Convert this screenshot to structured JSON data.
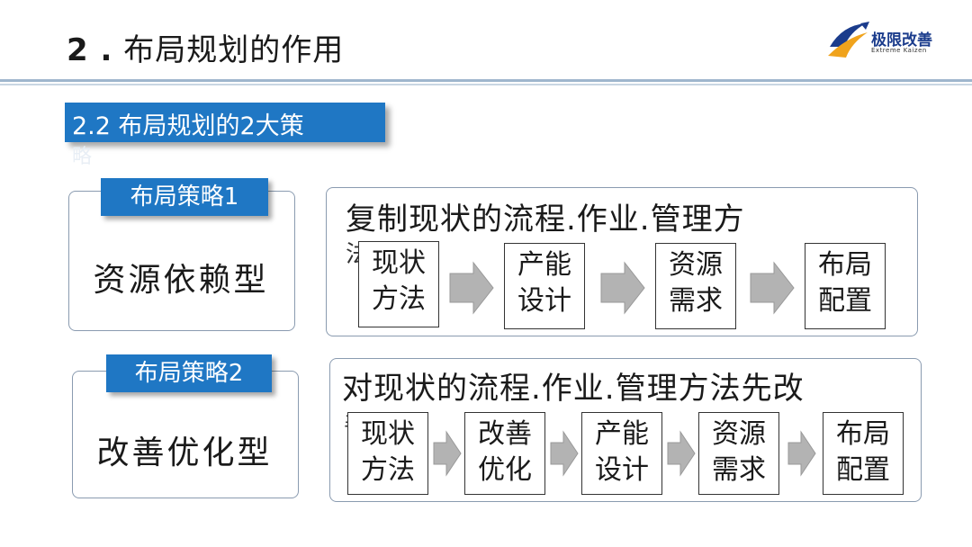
{
  "header": {
    "title_num": "2 .",
    "title_text": "布局规划的作用",
    "logo_name": "极限改善",
    "logo_sub": "Extreme Kaizen"
  },
  "section": {
    "title": "2.2  布局规划的2大策",
    "title_overflow": "略"
  },
  "strategies": [
    {
      "tag": "布局策略1",
      "type": "资源依赖型",
      "description": "复制现状的流程.作业.管理方",
      "description_overflow": "法",
      "steps": [
        {
          "line1": "现状",
          "line2": "方法"
        },
        {
          "line1": "产能",
          "line2": "设计"
        },
        {
          "line1": "资源",
          "line2": "需求"
        },
        {
          "line1": "布局",
          "line2": "配置"
        }
      ]
    },
    {
      "tag": "布局策略2",
      "type": "改善优化型",
      "description": "对现状的流程.作业.管理方法先改",
      "description_overflow": "善",
      "steps": [
        {
          "line1": "现状",
          "line2": "方法"
        },
        {
          "line1": "改善",
          "line2": "优化"
        },
        {
          "line1": "产能",
          "line2": "设计"
        },
        {
          "line1": "资源",
          "line2": "需求"
        },
        {
          "line1": "布局",
          "line2": "配置"
        }
      ]
    }
  ],
  "colors": {
    "accent": "#1f77c4",
    "arrow_fill": "#b3b3b3",
    "header_rule": "#9fb6cd"
  }
}
